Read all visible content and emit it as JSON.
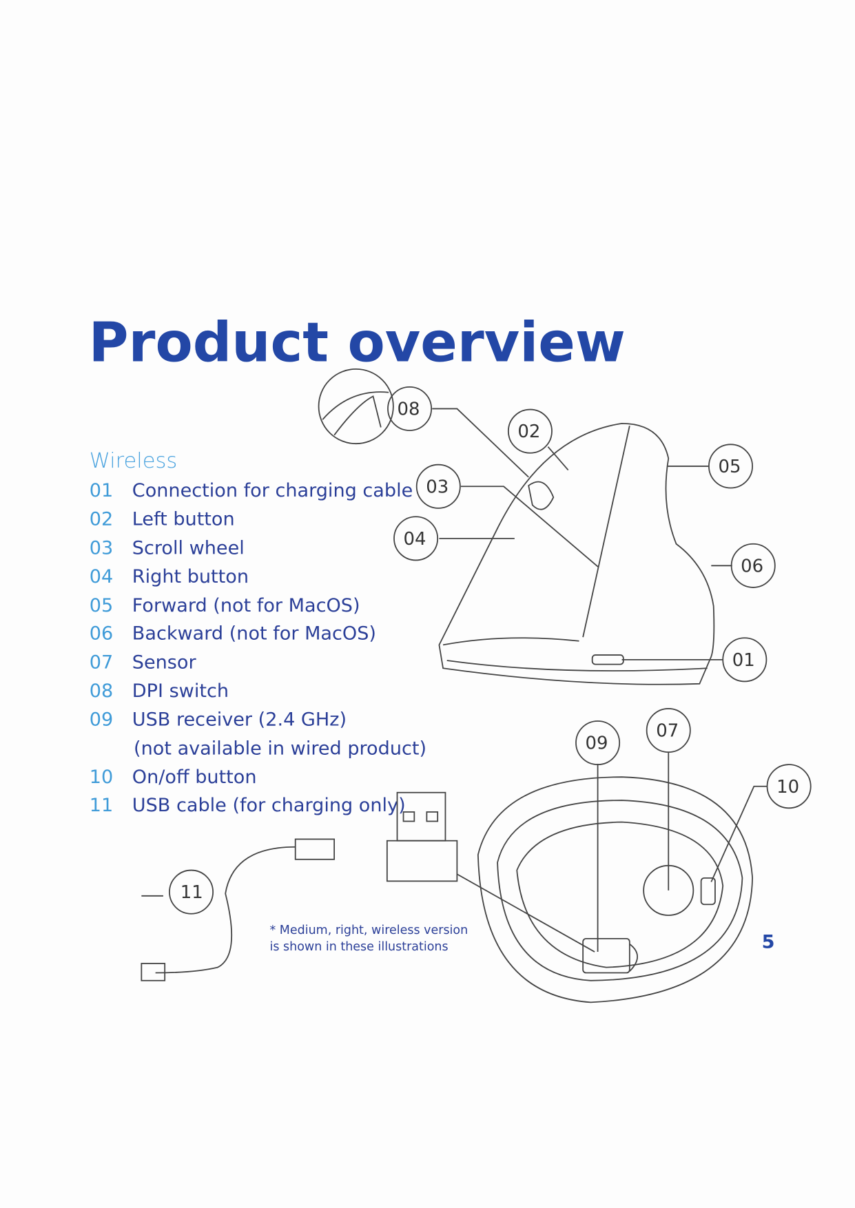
{
  "title": "Product overview",
  "section": "Wireless",
  "items": [
    {
      "num": "01",
      "label": "Connection for charging cable"
    },
    {
      "num": "02",
      "label": "Left button"
    },
    {
      "num": "03",
      "label": "Scroll wheel"
    },
    {
      "num": "04",
      "label": "Right button"
    },
    {
      "num": "05",
      "label": "Forward (not for MacOS)"
    },
    {
      "num": "06",
      "label": "Backward (not for MacOS)"
    },
    {
      "num": "07",
      "label": "Sensor"
    },
    {
      "num": "08",
      "label": "DPI switch"
    },
    {
      "num": "09",
      "label": "USB receiver (2.4 GHz)",
      "label2": "(not available in wired product)"
    },
    {
      "num": "10",
      "label": "On/off button"
    },
    {
      "num": "11",
      "label": "USB cable (for charging only)"
    }
  ],
  "note": {
    "line1": "* Medium, right, wireless version",
    "line2": "is shown in these illustrations"
  },
  "page_number": "5",
  "colors": {
    "title": "#2347a6",
    "number": "#3f9bd8",
    "text": "#2b3f98"
  }
}
